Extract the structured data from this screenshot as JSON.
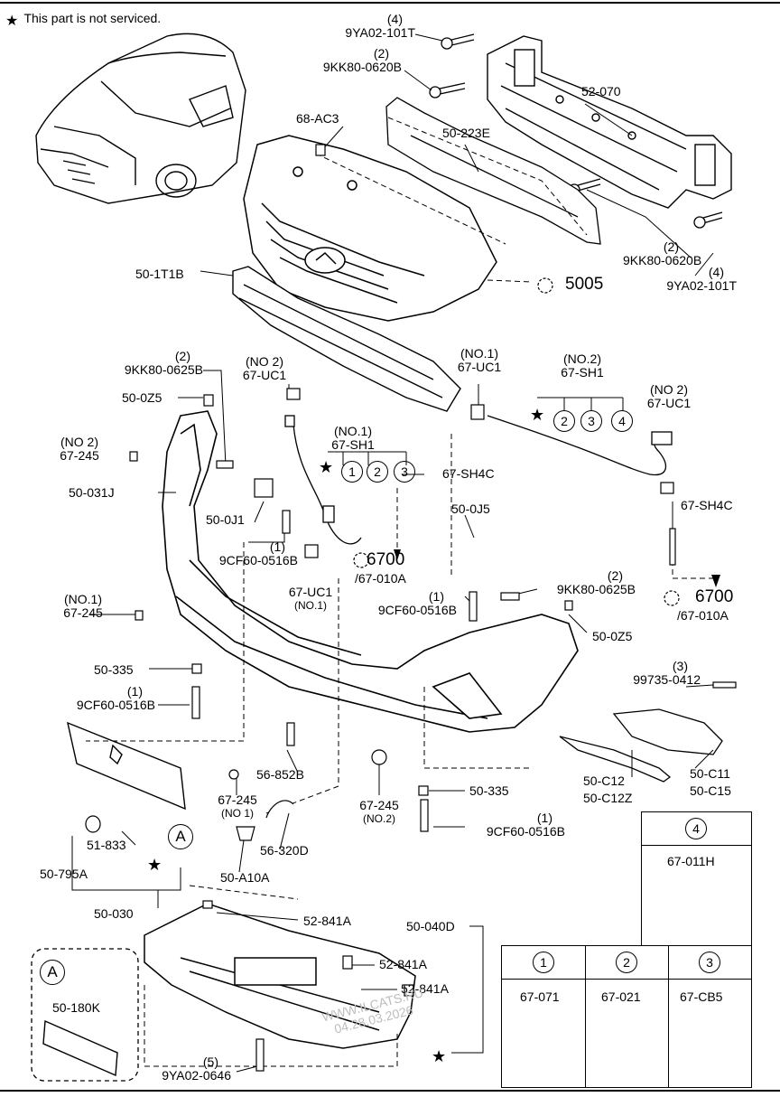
{
  "note": {
    "star": "★",
    "text": "This part is not serviced."
  },
  "labels": [
    {
      "id": "9ya02-101t-top",
      "qty": "(4)",
      "code": "9YA02-101T"
    },
    {
      "id": "9kk80-0620b-top",
      "qty": "(2)",
      "code": "9KK80-0620B"
    },
    {
      "id": "52-070",
      "qty": "",
      "code": "52-070"
    },
    {
      "id": "68-ac3",
      "qty": "",
      "code": "68-AC3"
    },
    {
      "id": "50-223e",
      "qty": "",
      "code": "50-223E"
    },
    {
      "id": "9kk80-0620b-right",
      "qty": "(2)",
      "code": "9KK80-0620B"
    },
    {
      "id": "9ya02-101t-right",
      "qty": "(4)",
      "code": "9YA02-101T"
    },
    {
      "id": "50-1t1b",
      "qty": "",
      "code": "50-1T1B"
    },
    {
      "id": "5005",
      "qty": "",
      "code": "5005"
    },
    {
      "id": "9kk80-0625b-left",
      "qty": "(2)",
      "code": "9KK80-0625B"
    },
    {
      "id": "67-uc1-no2-a",
      "qty": "(NO 2)",
      "code": "67-UC1"
    },
    {
      "id": "67-uc1-no1-top",
      "qty": "(NO.1)",
      "code": "67-UC1"
    },
    {
      "id": "67-sh1-no2",
      "qty": "(NO.2)",
      "code": "67-SH1"
    },
    {
      "id": "67-uc1-no2-b",
      "qty": "(NO 2)",
      "code": "67-UC1"
    },
    {
      "id": "50-0z5-left",
      "qty": "",
      "code": "50-0Z5"
    },
    {
      "id": "67-245-no2-left",
      "qty": "(NO 2)",
      "code": "67-245"
    },
    {
      "id": "67-sh1-no1",
      "qty": "(NO.1)",
      "code": "67-SH1"
    },
    {
      "id": "67-sh4c-a",
      "qty": "",
      "code": "67-SH4C"
    },
    {
      "id": "50-031j",
      "qty": "",
      "code": "50-031J"
    },
    {
      "id": "50-0j1",
      "qty": "",
      "code": "50-0J1"
    },
    {
      "id": "67-sh4c-b",
      "qty": "",
      "code": "67-SH4C"
    },
    {
      "id": "50-0j5",
      "qty": "",
      "code": "50-0J5"
    },
    {
      "id": "9cf60-0516b-a",
      "qty": "(1)",
      "code": "9CF60-0516B"
    },
    {
      "id": "6700-a",
      "qty": "",
      "code": "6700"
    },
    {
      "id": "67-010a-a",
      "qty": "",
      "code": "/67-010A"
    },
    {
      "id": "67-uc1-no1-bottom",
      "qty": "",
      "code": "67-UC1",
      "sub": "(NO.1)"
    },
    {
      "id": "9kk80-0625b-right",
      "qty": "(2)",
      "code": "9KK80-0625B"
    },
    {
      "id": "6700-b",
      "qty": "",
      "code": "6700"
    },
    {
      "id": "67-010a-b",
      "qty": "",
      "code": "/67-010A"
    },
    {
      "id": "67-245-no1-left",
      "qty": "(NO.1)",
      "code": "67-245"
    },
    {
      "id": "9cf60-0516b-b",
      "qty": "(1)",
      "code": "9CF60-0516B"
    },
    {
      "id": "50-0z5-right",
      "qty": "",
      "code": "50-0Z5"
    },
    {
      "id": "50-335-left",
      "qty": "",
      "code": "50-335"
    },
    {
      "id": "9cf60-0516b-c",
      "qty": "(1)",
      "code": "9CF60-0516B"
    },
    {
      "id": "99735-0412",
      "qty": "(3)",
      "code": "99735-0412"
    },
    {
      "id": "56-852b",
      "qty": "",
      "code": "56-852B"
    },
    {
      "id": "50-c12",
      "qty": "",
      "code": "50-C12"
    },
    {
      "id": "50-c12z",
      "qty": "",
      "code": "50-C12Z"
    },
    {
      "id": "50-c11",
      "qty": "",
      "code": "50-C11"
    },
    {
      "id": "50-c15",
      "qty": "",
      "code": "50-C15"
    },
    {
      "id": "67-245-no1-mid",
      "qty": "",
      "code": "67-245",
      "sub": "(NO 1)"
    },
    {
      "id": "67-245-no2-mid",
      "qty": "",
      "code": "67-245",
      "sub": "(NO.2)"
    },
    {
      "id": "50-335-right",
      "qty": "",
      "code": "50-335"
    },
    {
      "id": "9cf60-0516b-d",
      "qty": "(1)",
      "code": "9CF60-0516B"
    },
    {
      "id": "51-833",
      "qty": "",
      "code": "51-833"
    },
    {
      "id": "50-795a",
      "qty": "",
      "code": "50-795A"
    },
    {
      "id": "56-320d",
      "qty": "",
      "code": "56-320D"
    },
    {
      "id": "50-a10a",
      "qty": "",
      "code": "50-A10A"
    },
    {
      "id": "50-030",
      "qty": "",
      "code": "50-030"
    },
    {
      "id": "50-040d",
      "qty": "",
      "code": "50-040D"
    },
    {
      "id": "52-841a-a",
      "qty": "",
      "code": "52-841A"
    },
    {
      "id": "52-841a-b",
      "qty": "",
      "code": "52-841A"
    },
    {
      "id": "52-841a-c",
      "qty": "",
      "code": "52-841A"
    },
    {
      "id": "50-180k",
      "qty": "",
      "code": "50-180K"
    },
    {
      "id": "9ya02-0646",
      "qty": "(5)",
      "code": "9YA02-0646"
    }
  ],
  "callouts": {
    "a_marker": "A",
    "numbers": [
      "1",
      "2",
      "3"
    ]
  },
  "legend": [
    {
      "num": "4",
      "code": "67-011H"
    },
    {
      "num": "1",
      "code": "67-071"
    },
    {
      "num": "2",
      "code": "67-021"
    },
    {
      "num": "3",
      "code": "67-CB5"
    }
  ],
  "watermark": {
    "line1": "WWW.ILCATS.RU",
    "line2": "04.28.03.2026"
  }
}
